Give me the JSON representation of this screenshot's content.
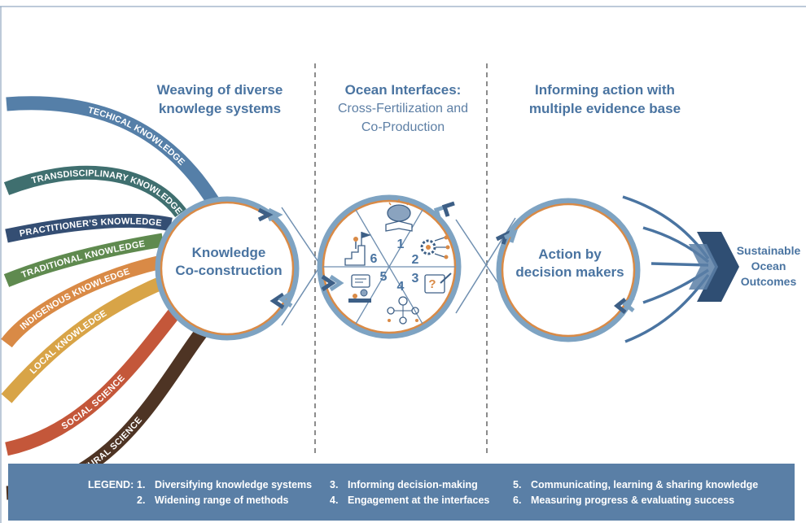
{
  "headers": {
    "weaving": [
      "Weaving of diverse",
      "knowlege systems"
    ],
    "interfaces_title": "Ocean Interfaces:",
    "interfaces_sub": [
      "Cross-Fertilization and",
      "Co-Production"
    ],
    "informing": [
      "Informing action with",
      "multiple evidence base"
    ]
  },
  "bands": [
    {
      "label": "TECHICAL KNOWLEDGE",
      "color": "#557fa8"
    },
    {
      "label": "TRANSDISCIPLINARY KNOWLEDGE",
      "color": "#3f6f6f"
    },
    {
      "label": "PRACTITIONER’S KNOWLEDGE",
      "color": "#344e73"
    },
    {
      "label": "TRADITIONAL KNOWLEDGE",
      "color": "#5f8a4f"
    },
    {
      "label": "INDIGENOUS KNOWLEDGE",
      "color": "#d98a46"
    },
    {
      "label": "LOCAL KNOWLEDGE",
      "color": "#d8a447"
    },
    {
      "label": "SOCIAL SCIENCE",
      "color": "#c4573a"
    },
    {
      "label": "NATURAL SCIENCE",
      "color": "#4e3424"
    }
  ],
  "circles": {
    "left": [
      "Knowledge",
      "Co-construction"
    ],
    "right": [
      "Action by",
      "decision makers"
    ]
  },
  "wheel_numbers": [
    "1",
    "2",
    "3",
    "4",
    "5",
    "6"
  ],
  "outcome": [
    "Sustainable",
    "Ocean",
    "Outcomes"
  ],
  "legend": {
    "title": "LEGEND:",
    "items": [
      {
        "num": "1.",
        "text": "Diversifying knowledge systems"
      },
      {
        "num": "2.",
        "text": "Widening range of methods"
      },
      {
        "num": "3.",
        "text": "Informing decision-making"
      },
      {
        "num": "4.",
        "text": "Engagement at the interfaces"
      },
      {
        "num": "5.",
        "text": "Communicating, learning & sharing knowledge"
      },
      {
        "num": "6.",
        "text": "Measuring progress & evaluating success"
      }
    ]
  },
  "colors": {
    "accent_blue": "#4a74a1",
    "ring_blue": "#7ea3c2",
    "ring_orange": "#d98a46",
    "legend_bg": "#5a7fa6"
  }
}
